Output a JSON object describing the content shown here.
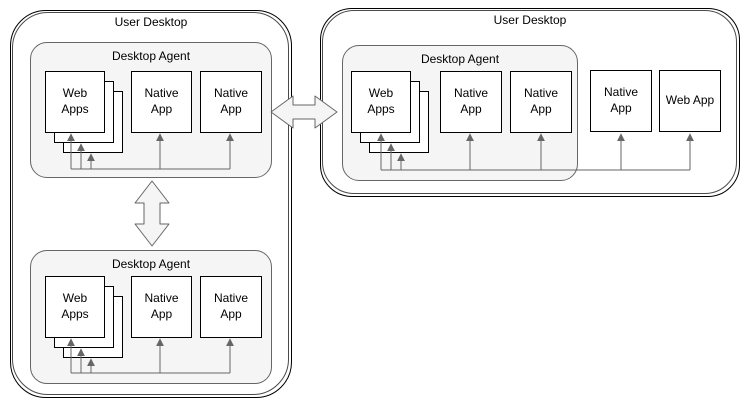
{
  "desktops": [
    {
      "label": "User Desktop",
      "agents": [
        {
          "label": "Desktop Agent",
          "apps": [
            {
              "label": "Web Apps",
              "stacked": true,
              "stack_count": 3
            },
            {
              "label": "Native App"
            },
            {
              "label": "Native App"
            }
          ]
        },
        {
          "label": "Desktop Agent",
          "apps": [
            {
              "label": "Web Apps",
              "stacked": true,
              "stack_count": 3
            },
            {
              "label": "Native App"
            },
            {
              "label": "Native App"
            }
          ]
        }
      ],
      "standalone_apps": []
    },
    {
      "label": "User Desktop",
      "agents": [
        {
          "label": "Desktop Agent",
          "apps": [
            {
              "label": "Web Apps",
              "stacked": true,
              "stack_count": 3
            },
            {
              "label": "Native App"
            },
            {
              "label": "Native App"
            }
          ]
        }
      ],
      "standalone_apps": [
        {
          "label": "Native App"
        },
        {
          "label": "Web App"
        }
      ]
    }
  ],
  "connections": [
    {
      "type": "double-headed-arrow",
      "orientation": "vertical",
      "connects": [
        "left-desktop-agent-top",
        "left-desktop-agent-bottom"
      ]
    },
    {
      "type": "double-headed-arrow",
      "orientation": "horizontal",
      "connects": [
        "user-desktop-left",
        "user-desktop-right"
      ]
    },
    {
      "type": "bus-arrows",
      "description": "horizontal bus line with upward arrows into each app box",
      "agents": [
        "left-desktop-agent-top",
        "left-desktop-agent-bottom",
        "right-desktop-agent"
      ]
    }
  ],
  "colors": {
    "canvas_bg": "#ffffff",
    "desktop_border": "#000000",
    "agent_fill": "#f5f5f5",
    "agent_border": "#666666",
    "app_fill": "#ffffff",
    "app_border": "#000000",
    "connector": "#666666",
    "double_arrow_fill": "#f5f5f5"
  }
}
